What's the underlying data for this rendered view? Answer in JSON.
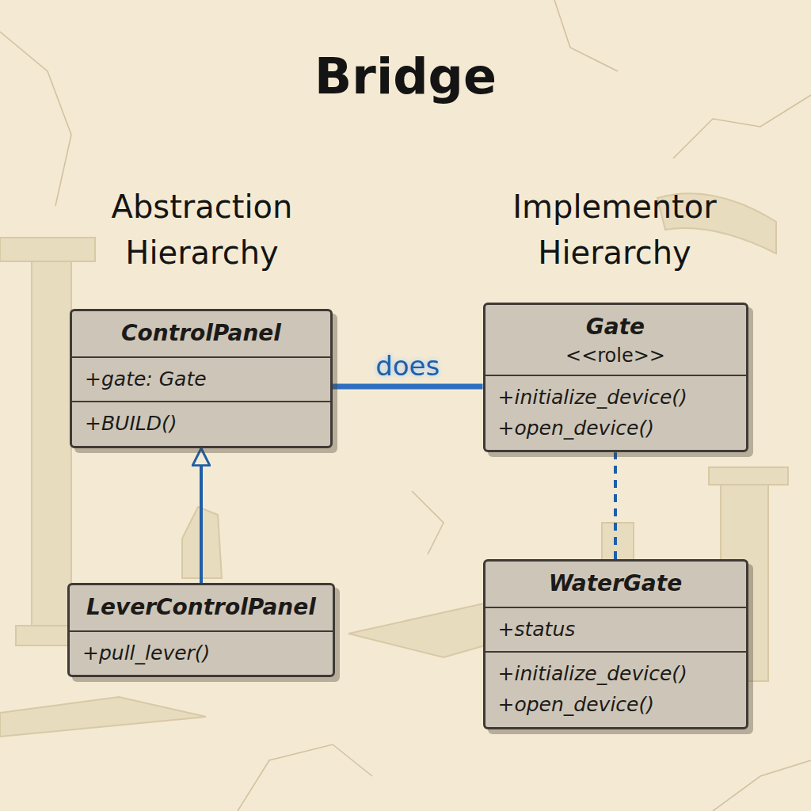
{
  "diagram": {
    "title": "Bridge",
    "nodes": [
      {
        "text": [
          "ControlPanel",
          "+gate: Gate",
          "+BUILD()"
        ]
      },
      {
        "text": [
          "Gate",
          "<<role>>",
          "+initialize_device()",
          "+open_device()"
        ]
      },
      {
        "text": [
          "LeverControlPanel",
          "+pull_lever()"
        ]
      },
      {
        "text": [
          "WaterGate",
          "+status",
          "+initialize_device()",
          "+open_device()"
        ]
      }
    ],
    "edges": [
      {
        "from": 0,
        "to": 1,
        "label": "does",
        "arrow": "none"
      },
      {
        "from": 2,
        "to": 0,
        "arrow": "to"
      },
      {
        "from": 3,
        "to": 1,
        "arrow": "none"
      }
    ],
    "labels": [
      "Abstraction Hierarchy",
      "Implementor Hierarchy"
    ]
  }
}
